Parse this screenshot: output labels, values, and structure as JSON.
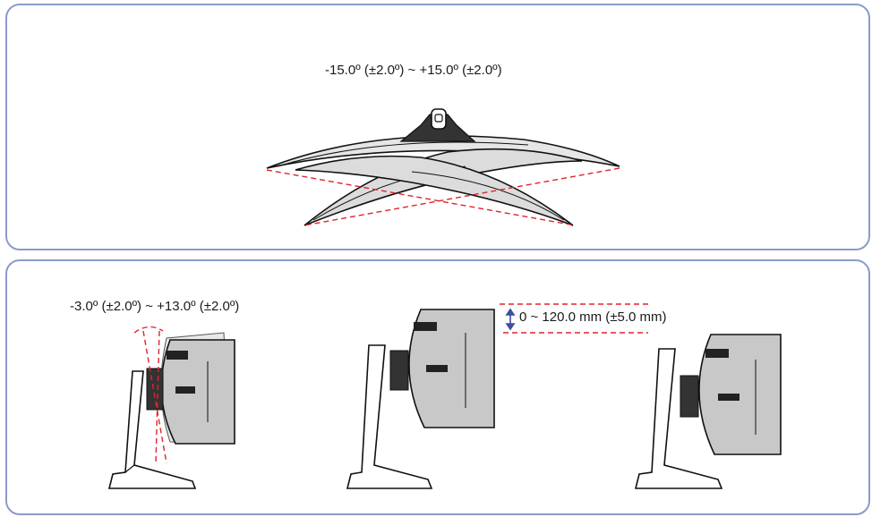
{
  "swivel": {
    "range_label": "-15.0º (±2.0º) ~ +15.0º (±2.0º)"
  },
  "tilt": {
    "range_label": "-3.0º (±2.0º) ~ +13.0º (±2.0º)"
  },
  "height": {
    "range_label": "0 ~ 120.0 mm (±5.0 mm)"
  },
  "colors": {
    "frame": "#8b9bc8",
    "guide": "#e0242b",
    "monitor_body": "#c8c8c8",
    "outline": "#111111"
  }
}
